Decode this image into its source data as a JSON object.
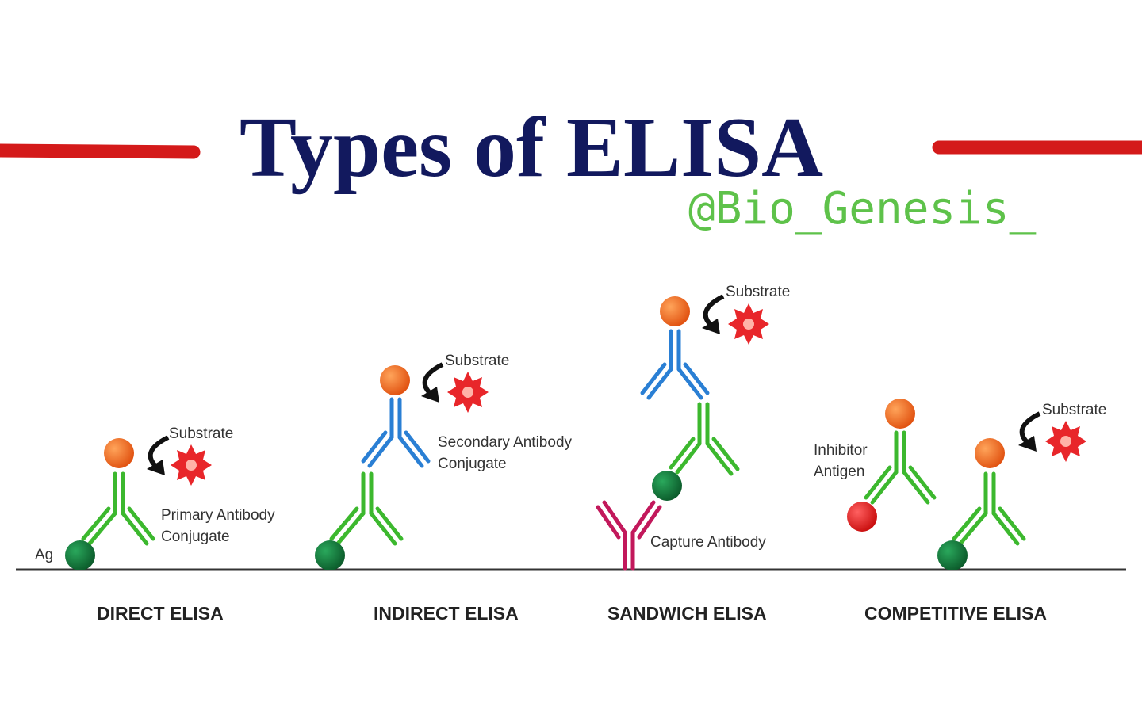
{
  "title": "Types of ELISA",
  "watermark": "@Bio_Genesis_",
  "colors": {
    "title": "#12195e",
    "accent_line": "#d41a1a",
    "watermark": "#5ec24a",
    "primary_antibody": "#3cb82e",
    "secondary_antibody": "#2a7fd4",
    "capture_antibody": "#c2185b",
    "antigen": "#127a3c",
    "enzyme": "#e8611a",
    "inhibitor_antigen": "#e01818",
    "substrate": "#e8262a",
    "baseline": "#333333"
  },
  "labels": {
    "substrate": "Substrate",
    "ag": "Ag",
    "primary_line1": "Primary Antibody",
    "primary_line2": "Conjugate",
    "secondary_line1": "Secondary Antibody",
    "secondary_line2": "Conjugate",
    "capture": "Capture Antibody",
    "inhibitor_line1": "Inhibitor",
    "inhibitor_line2": "Antigen"
  },
  "captions": {
    "direct": "DIRECT ELISA",
    "indirect": "INDIRECT ELISA",
    "sandwich": "SANDWICH ELISA",
    "competitive": "COMPETITIVE ELISA"
  }
}
